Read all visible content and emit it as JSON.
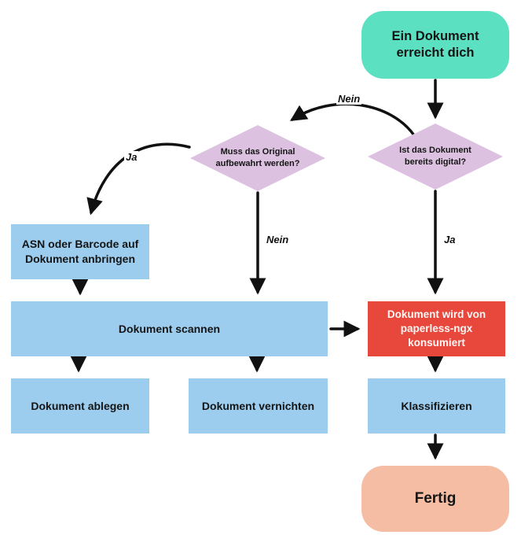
{
  "diagram": {
    "type": "flowchart",
    "language": "de",
    "nodes": {
      "start": {
        "label": "Ein Dokument erreicht dich",
        "shape": "rounded",
        "color": "#5be0c1"
      },
      "decision_digital": {
        "label": "Ist das Dokument bereits digital?",
        "shape": "diamond",
        "color": "#dcc2e0"
      },
      "decision_original": {
        "label": "Muss das Original aufbewahrt werden?",
        "shape": "diamond",
        "color": "#dcc2e0"
      },
      "asn": {
        "label": "ASN oder Barcode auf Dokument anbringen",
        "shape": "rect",
        "color": "#9ccdee"
      },
      "scan": {
        "label": "Dokument scannen",
        "shape": "rect",
        "color": "#9ccdee"
      },
      "consume": {
        "label": "Dokument wird von paperless-ngx konsumiert",
        "shape": "rect",
        "color": "#e8483c"
      },
      "file": {
        "label": "Dokument ablegen",
        "shape": "rect",
        "color": "#9ccdee"
      },
      "destroy": {
        "label": "Dokument vernichten",
        "shape": "rect",
        "color": "#9ccdee"
      },
      "classify": {
        "label": "Klassifizieren",
        "shape": "rect",
        "color": "#9ccdee"
      },
      "done": {
        "label": "Fertig",
        "shape": "rounded",
        "color": "#f4bda4"
      }
    },
    "edge_labels": {
      "nein_top": "Nein",
      "ja_left": "Ja",
      "nein_mid": "Nein",
      "ja_right": "Ja"
    },
    "edges": [
      {
        "from": "start",
        "to": "decision_digital",
        "label": ""
      },
      {
        "from": "decision_digital",
        "to": "decision_original",
        "label": "Nein"
      },
      {
        "from": "decision_digital",
        "to": "consume",
        "label": "Ja"
      },
      {
        "from": "decision_original",
        "to": "asn",
        "label": "Ja"
      },
      {
        "from": "decision_original",
        "to": "scan",
        "label": "Nein"
      },
      {
        "from": "asn",
        "to": "scan",
        "label": ""
      },
      {
        "from": "scan",
        "to": "consume",
        "label": ""
      },
      {
        "from": "scan",
        "to": "file",
        "label": ""
      },
      {
        "from": "scan",
        "to": "destroy",
        "label": ""
      },
      {
        "from": "consume",
        "to": "classify",
        "label": ""
      },
      {
        "from": "classify",
        "to": "done",
        "label": ""
      }
    ],
    "colors": {
      "arrow": "#111111",
      "background": "#ffffff",
      "text_dark": "#151515",
      "text_on_red": "#fdf6f5"
    }
  }
}
